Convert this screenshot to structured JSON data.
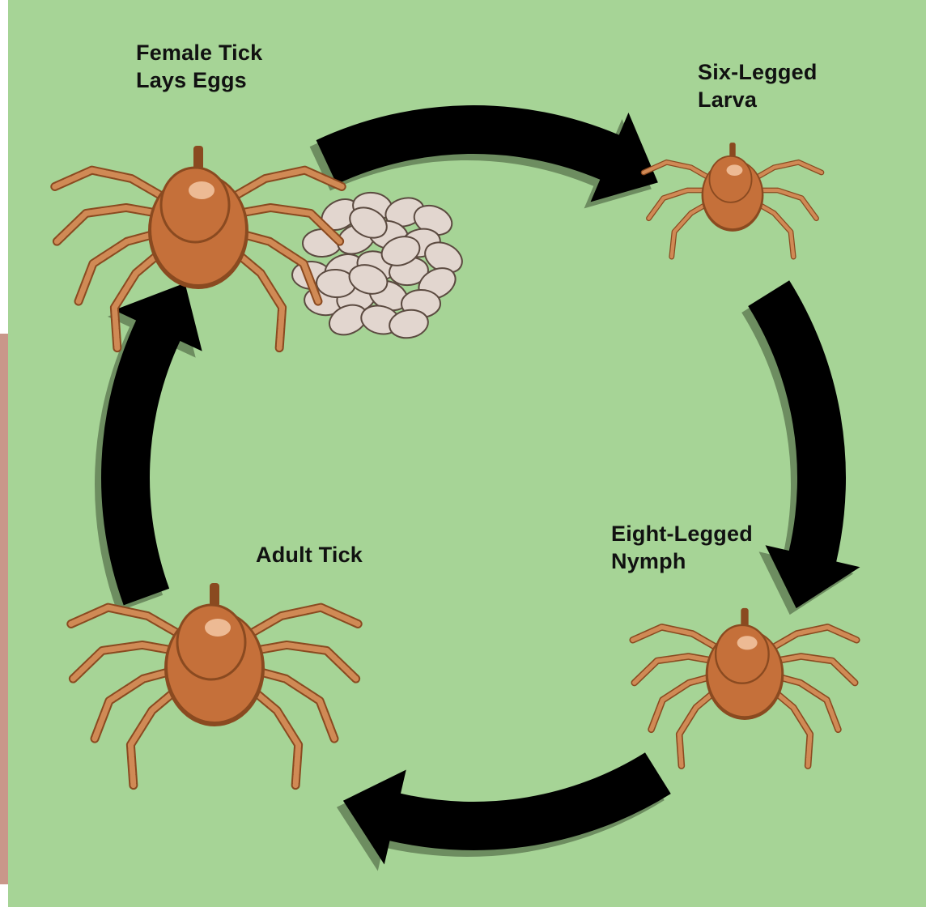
{
  "colors": {
    "background": "#a6d496",
    "frame": "#ffffff",
    "side_strip": "#c9978a",
    "arrow": "#000000",
    "arrow_shadow": "#6d8d60",
    "tick_body": "#c5703a",
    "tick_body_dark": "#8a4a20",
    "tick_highlight": "#f3c7a4",
    "tick_leg": "#d08a55",
    "egg": "#e2d6cf",
    "egg_outline": "#5b4a40",
    "label_text": "#111111"
  },
  "stages": [
    {
      "id": "female",
      "line1": "Female Tick",
      "line2": "Lays Eggs"
    },
    {
      "id": "larva",
      "line1": "Six-Legged",
      "line2": "Larva"
    },
    {
      "id": "nymph",
      "line1": "Eight-Legged",
      "line2": "Nymph"
    },
    {
      "id": "adult",
      "line1": "Adult Tick",
      "line2": ""
    }
  ],
  "cycle_direction": "clockwise",
  "arrow_count": 4,
  "icons": {
    "arrow": "curved-arrow-icon",
    "tick": "tick-illustration",
    "eggs": "egg-cluster-illustration"
  }
}
